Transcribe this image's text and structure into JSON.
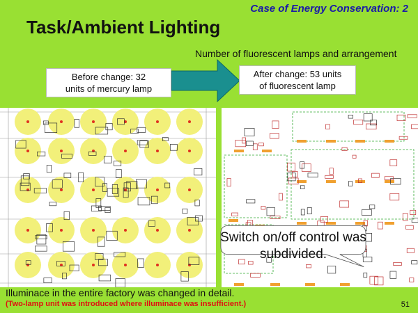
{
  "header": {
    "case_label": "Case of Energy Conservation: 2",
    "title": "Task/Ambient Lighting",
    "subtitle": "Number of fluorescent lamps and arrangement"
  },
  "before_box": {
    "line1": "Before change: 32",
    "line2": "units of mercury lamp"
  },
  "after_box": {
    "line1": "After change: 53 units",
    "line2": "of fluorescent lamp"
  },
  "callout": {
    "line1": "Switch on/off control was",
    "line2": "subdivided."
  },
  "footer": {
    "note": "Illuminace in the entire factory was changed in detail.",
    "sub_note": "(Two-lamp unit was introduced where illuminace was insufficient.)",
    "page_number": "51"
  },
  "colors": {
    "background": "#99e033",
    "arrow": "#1a8f8f",
    "lamp_circle": "#f2f07a",
    "lamp_dot": "#e03020",
    "fluorescent_bar": "#f0a030",
    "case_label": "#1a1aa8",
    "sub_note": "#e01010"
  },
  "icons": {
    "arrow": "right-arrow-icon"
  }
}
